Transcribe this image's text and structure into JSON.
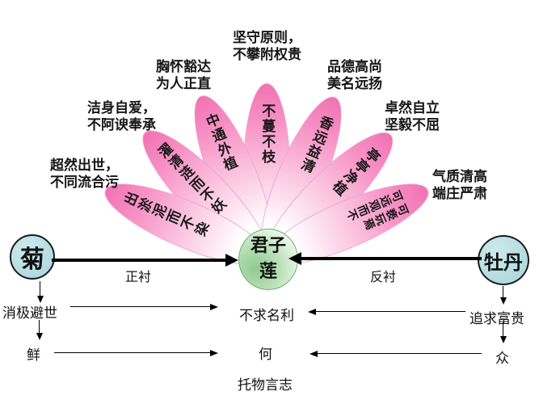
{
  "diagram": {
    "center_node": {
      "line1": "君子",
      "line2": "莲"
    },
    "left_node": {
      "label": "菊"
    },
    "right_node": {
      "label": "牡丹"
    },
    "arrows": {
      "left_label": "正衬",
      "right_label": "反衬"
    },
    "petals": [
      {
        "text": "出淤泥而不染",
        "annotation": "超然出世，\n不同流合污"
      },
      {
        "text": "濯清涟而不妖",
        "annotation": "洁身自爱，\n不阿谀奉承"
      },
      {
        "text": "中通外植",
        "annotation": "胸怀豁达\n为人正直"
      },
      {
        "text": "不蔓不枝",
        "annotation": "坚守原则，\n不攀附权贵"
      },
      {
        "text": "香远益清",
        "annotation": "品德高尚\n美名远扬"
      },
      {
        "text": "亭亭净植",
        "annotation": "卓然自立\n坚毅不屈"
      },
      {
        "text": "可远观而不可亵玩焉",
        "annotation": "气质清高\n端庄严肃"
      }
    ],
    "bottom": {
      "left_row1": "消极避世",
      "left_row2": "鲜",
      "center_row1": "不求名利",
      "center_row2": "何",
      "right_row1": "追求富贵",
      "right_row2": "众",
      "caption": "托物言志"
    },
    "colors": {
      "petal_pink": "#f172b3",
      "node_blue": "#b5dde2",
      "center_green": "#8fcb8f"
    }
  }
}
